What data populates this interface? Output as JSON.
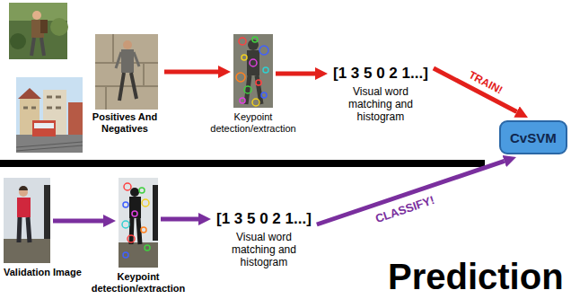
{
  "diagram": {
    "nodes": [
      {
        "text": [
          "Positives And Negatives"
        ]
      },
      {
        "text": [
          "Keypoint detection/extraction"
        ]
      },
      {
        "text": [
          "[1 3 5 0 2 1...]",
          "Visual word matching and histogram"
        ]
      },
      {
        "text": [
          "CvSVM"
        ]
      },
      {
        "text": [
          "Validation Image"
        ]
      },
      {
        "text": [
          "Keypoint detection/extraction"
        ]
      },
      {
        "text": [
          "[1 3 5 0 2 1...]",
          "Visual word matching and histogram"
        ]
      }
    ],
    "edges": [
      {
        "from": 0,
        "to": 1,
        "arrow": "to"
      },
      {
        "from": 1,
        "to": 2,
        "arrow": "to"
      },
      {
        "from": 2,
        "to": 3,
        "label": "TRAIN!",
        "arrow": "to"
      },
      {
        "from": 4,
        "to": 5,
        "arrow": "to"
      },
      {
        "from": 5,
        "to": 6,
        "arrow": "to"
      },
      {
        "from": 6,
        "to": 3,
        "label": "CLASSIFY!",
        "arrow": "to"
      }
    ],
    "labels": [
      "Prediction"
    ]
  }
}
